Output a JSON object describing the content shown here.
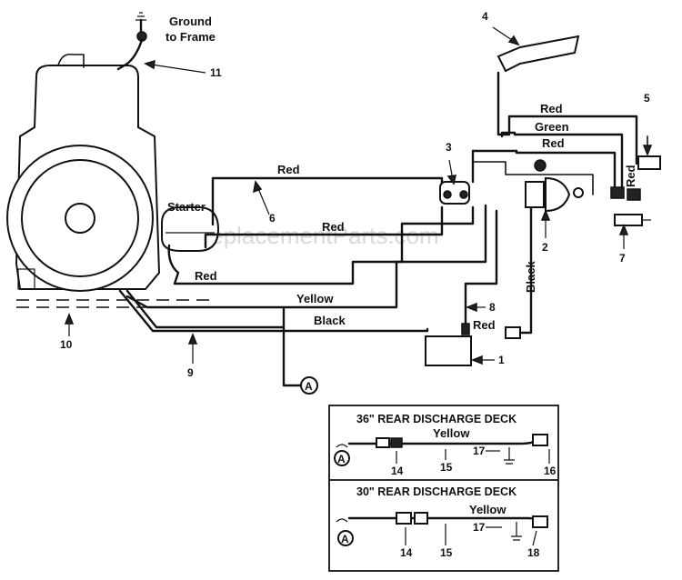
{
  "labels": {
    "ground": "Ground",
    "to_frame": "to Frame",
    "starter": "Starter",
    "watermark": "eReplacementParts.com"
  },
  "wire_colors": {
    "red_top_1": "Red",
    "green": "Green",
    "red_top_2": "Red",
    "red_right": "Red",
    "red_starter": "Red",
    "red_mid": "Red",
    "red_lower": "Red",
    "yellow": "Yellow",
    "black": "Black",
    "black_vertical": "Black",
    "red_battery": "Red"
  },
  "part_numbers": {
    "p1": "1",
    "p2": "2",
    "p3": "3",
    "p4": "4",
    "p5": "5",
    "p6": "6",
    "p7": "7",
    "p8": "8",
    "p9": "9",
    "p10": "10",
    "p11": "11"
  },
  "connector": "A",
  "deck36": {
    "title": "36\" REAR DISCHARGE DECK",
    "wire": "Yellow",
    "connector": "A",
    "parts": [
      "14",
      "15",
      "17",
      "16"
    ]
  },
  "deck30": {
    "title": "30\" REAR DISCHARGE DECK",
    "wire": "Yellow",
    "connector": "A",
    "parts": [
      "14",
      "15",
      "17",
      "18"
    ]
  }
}
